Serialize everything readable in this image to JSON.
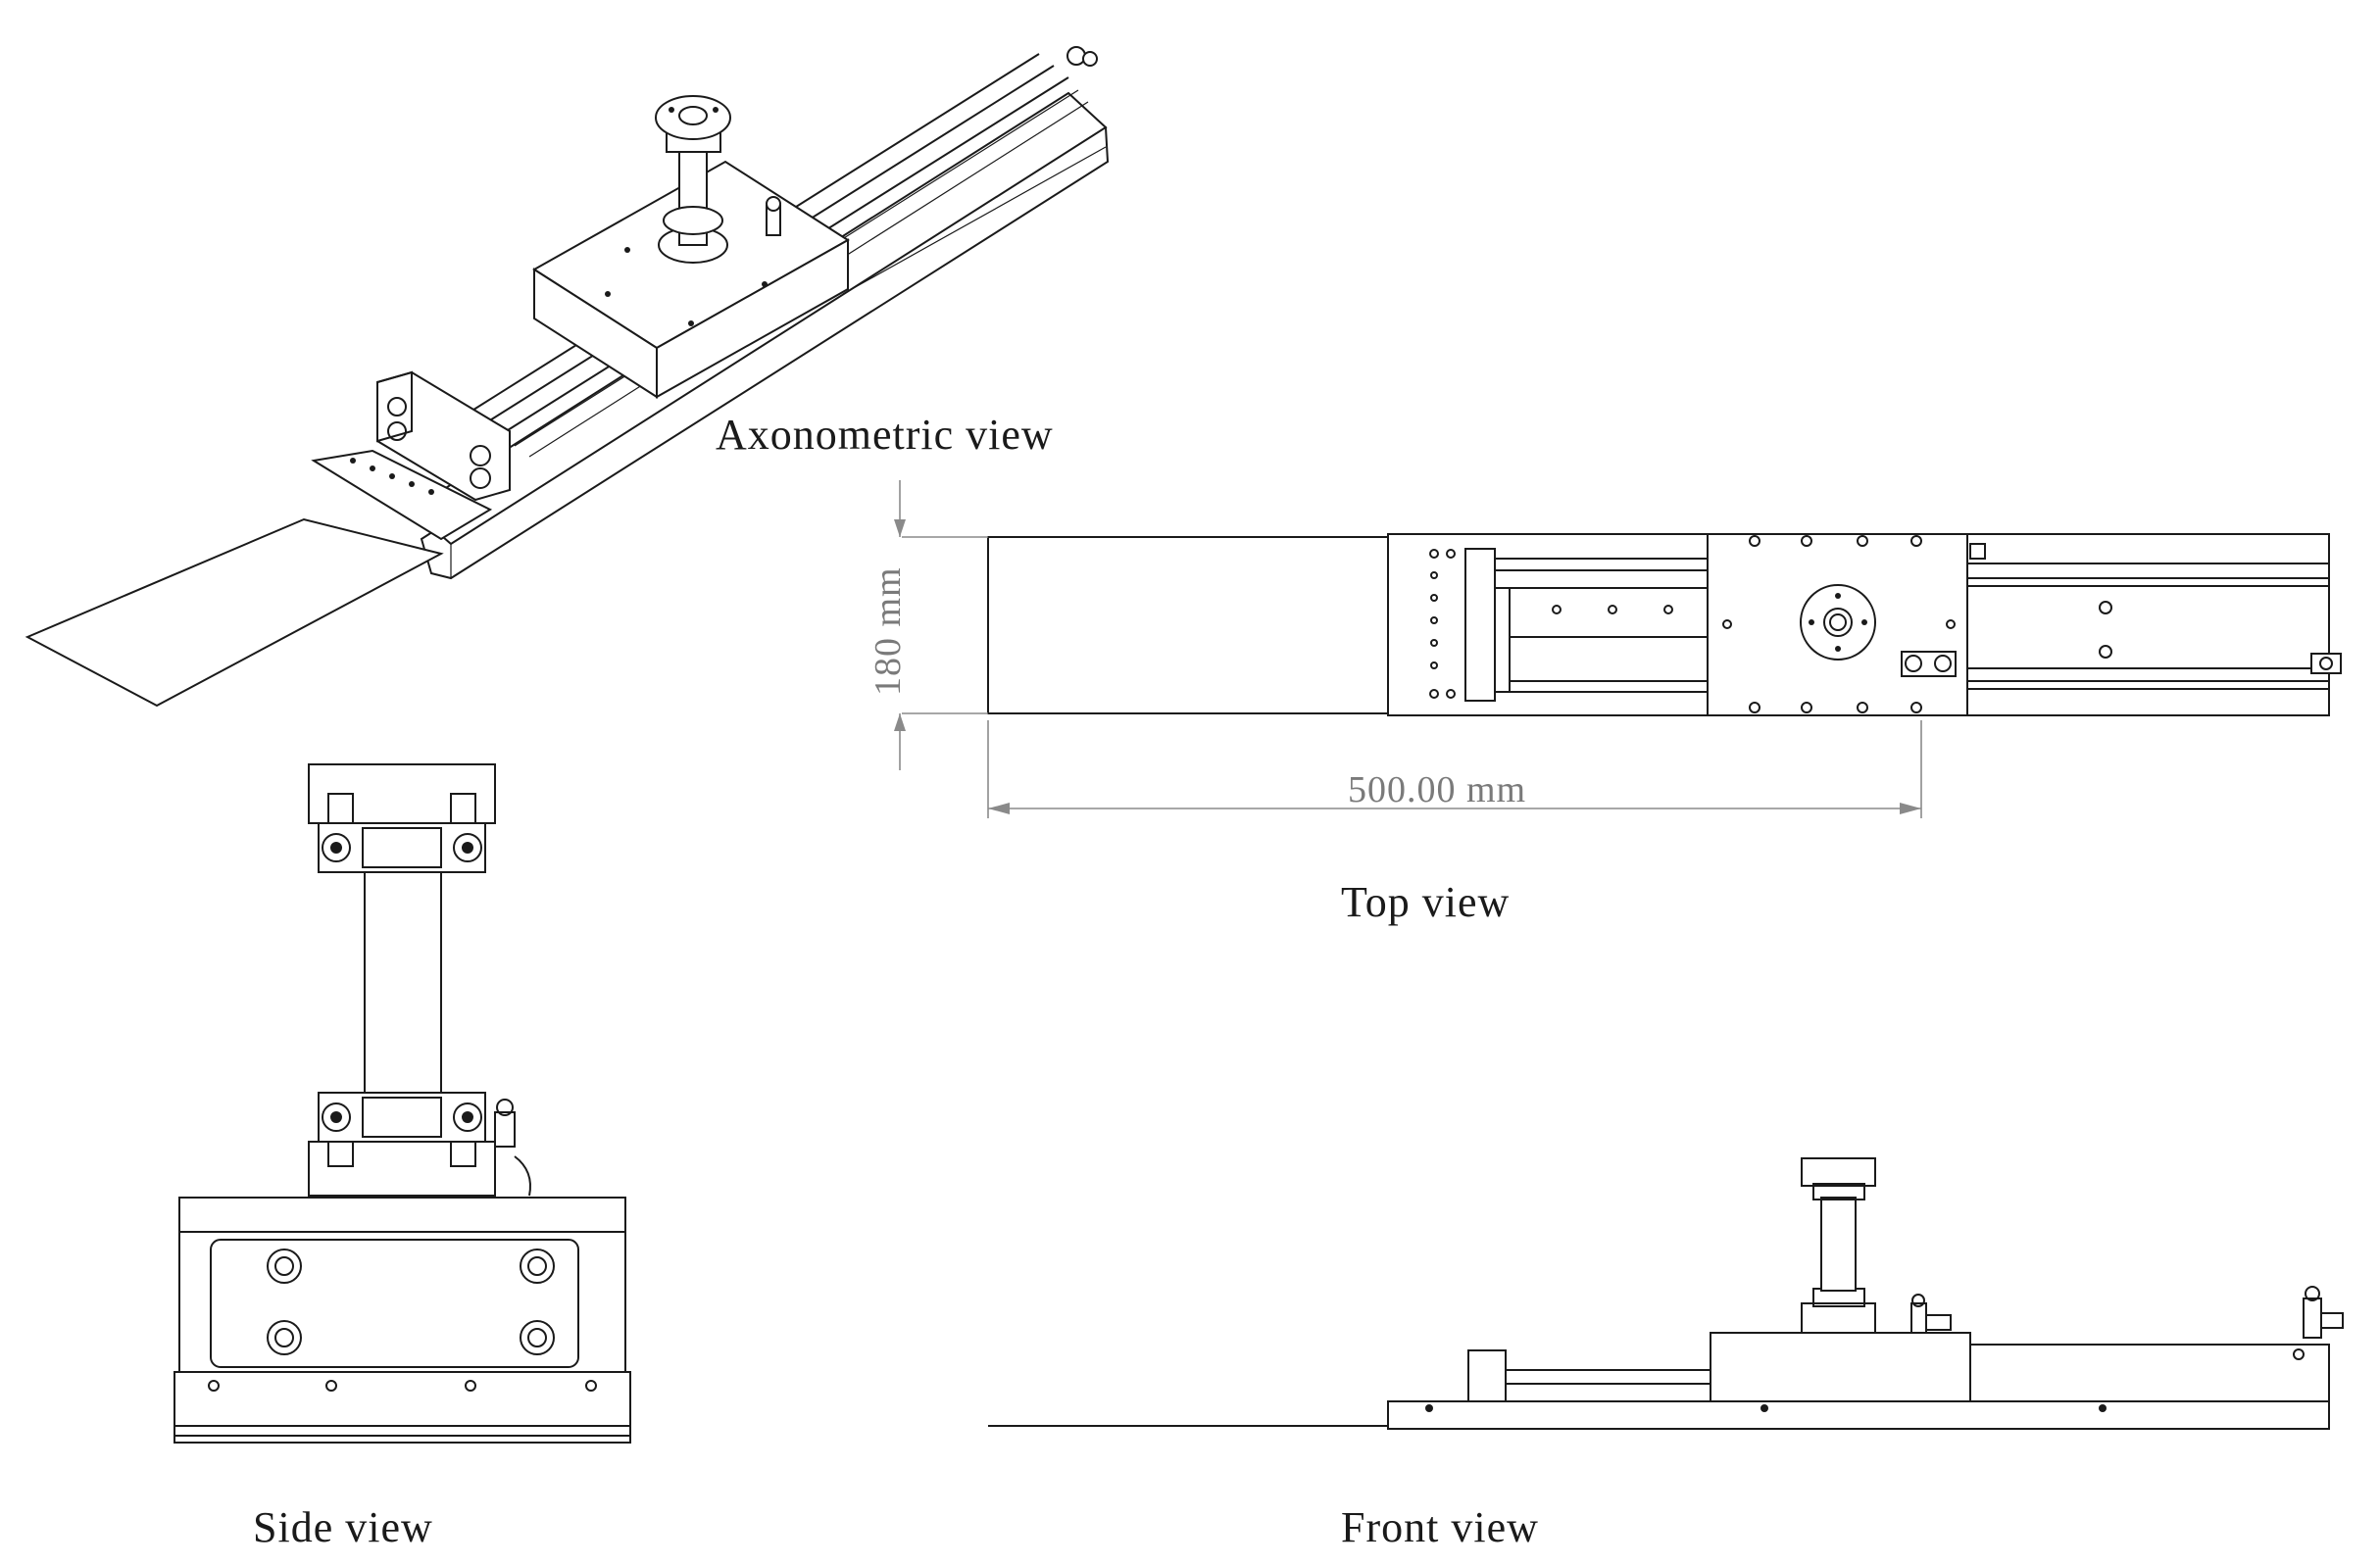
{
  "labels": {
    "axonometric": "Axonometric view",
    "top": "Top view",
    "side": "Side view",
    "front": "Front view"
  },
  "dimensions": {
    "width": "180 mm",
    "length": "500.00 mm"
  },
  "colors": {
    "line": "#1a1a1a",
    "dimension": "#8a8a8a",
    "background": "#ffffff"
  }
}
